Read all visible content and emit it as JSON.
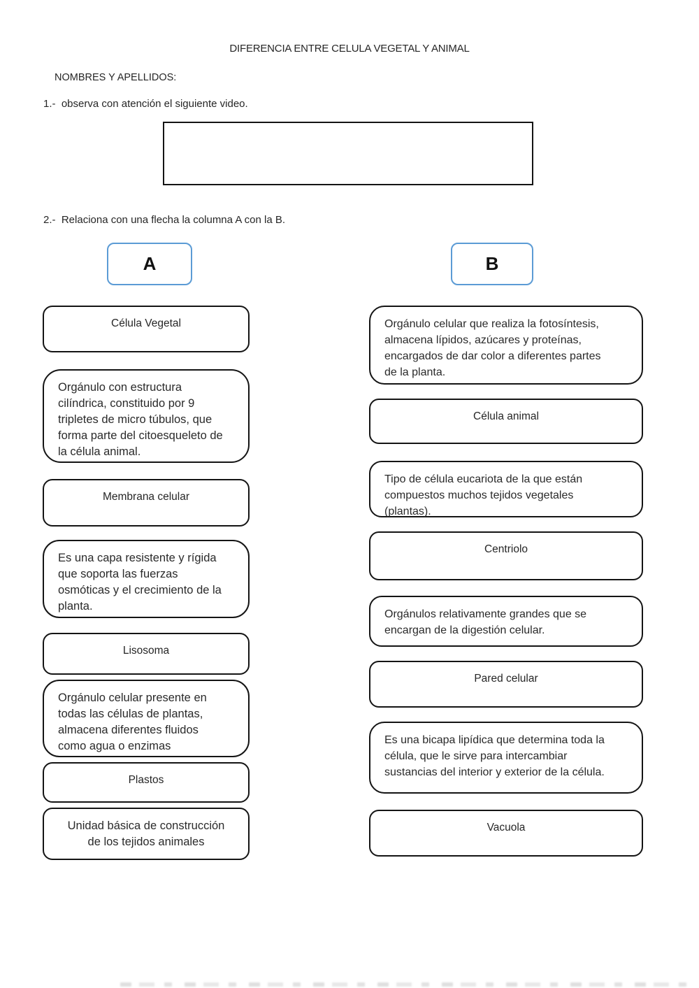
{
  "document": {
    "title": "DIFERENCIA ENTRE CELULA VEGETAL Y ANIMAL",
    "name_field_label": "NOMBRES Y APELLIDOS:",
    "instructions": {
      "step1": "1.-  observa con atención el siguiente video.",
      "step2": "2.-  Relaciona con una flecha la columna A con la B."
    }
  },
  "matching": {
    "column_a": {
      "header": "A",
      "items": [
        {
          "kind": "term",
          "text": "Célula Vegetal"
        },
        {
          "kind": "definition",
          "text": "Orgánulo con estructura cilíndrica, constituido por 9 tripletes de micro túbulos, que forma parte del citoesqueleto de la célula animal."
        },
        {
          "kind": "term",
          "text": "Membrana celular"
        },
        {
          "kind": "definition",
          "text": "Es una capa resistente y rígida que soporta las fuerzas osmóticas y el crecimiento de la planta."
        },
        {
          "kind": "term",
          "text": "Lisosoma"
        },
        {
          "kind": "definition",
          "text": "Orgánulo celular presente en todas las células de plantas, almacena diferentes fluidos como agua o enzimas"
        },
        {
          "kind": "term",
          "text": "Plastos"
        },
        {
          "kind": "definition",
          "text": "Unidad básica de construcción de los tejidos animales"
        }
      ]
    },
    "column_b": {
      "header": "B",
      "items": [
        {
          "kind": "definition",
          "text": "Orgánulo celular que realiza la fotosíntesis, almacena lípidos, azúcares y proteínas, encargados de dar color a diferentes partes de la planta."
        },
        {
          "kind": "term",
          "text": "Célula animal"
        },
        {
          "kind": "definition",
          "text": "Tipo de célula eucariota de la que están compuestos muchos tejidos vegetales (plantas)."
        },
        {
          "kind": "term",
          "text": "Centriolo"
        },
        {
          "kind": "definition",
          "text": "Orgánulos relativamente grandes que se encargan de la digestión celular."
        },
        {
          "kind": "term",
          "text": "Pared celular"
        },
        {
          "kind": "definition",
          "text": "Es una bicapa lipídica que determina toda la célula, que le sirve para intercambiar sustancias del interior y exterior de la célula."
        },
        {
          "kind": "term",
          "text": "Vacuola"
        }
      ]
    }
  },
  "colors": {
    "header_box_border": "#5b9bd5",
    "item_box_border": "#141414",
    "text": "#262626"
  }
}
